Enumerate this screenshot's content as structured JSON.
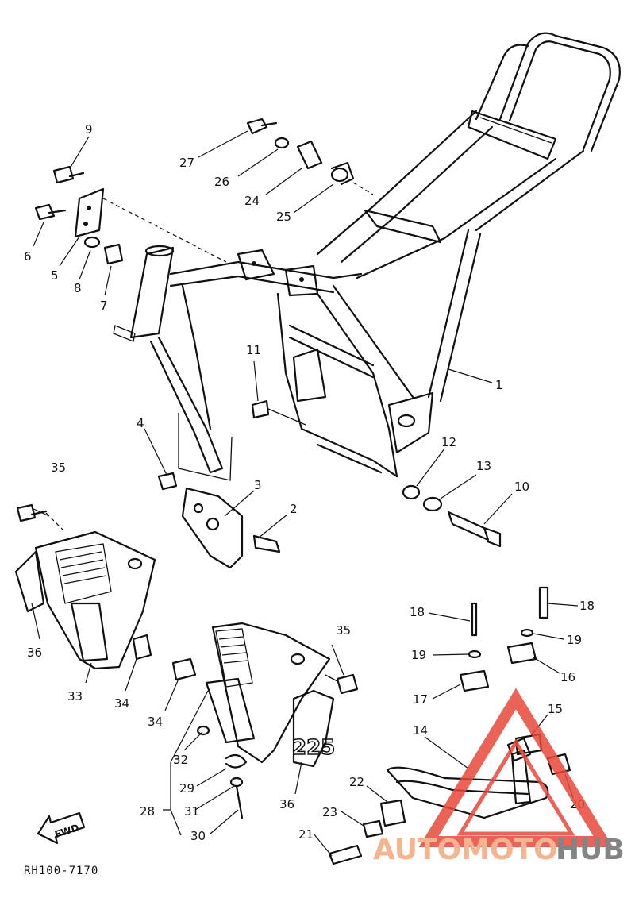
{
  "callouts": [
    "1",
    "2",
    "3",
    "4",
    "5",
    "6",
    "7",
    "8",
    "9",
    "10",
    "11",
    "12",
    "13",
    "14",
    "15",
    "16",
    "17",
    "18",
    "18",
    "19",
    "19",
    "20",
    "21",
    "22",
    "23",
    "24",
    "25",
    "26",
    "27",
    "28",
    "29",
    "30",
    "31",
    "32",
    "33",
    "34",
    "34",
    "35",
    "35",
    "36",
    "36"
  ],
  "drawing_code": "RH100-7170",
  "direction_label": "FWD",
  "decal_text": "225",
  "watermark": {
    "part1": "AUTOMOTO",
    "part2": "HUB",
    "color1": "#f4a77c",
    "color2": "#6f6f6f",
    "triangle_color": "#e8483a"
  }
}
